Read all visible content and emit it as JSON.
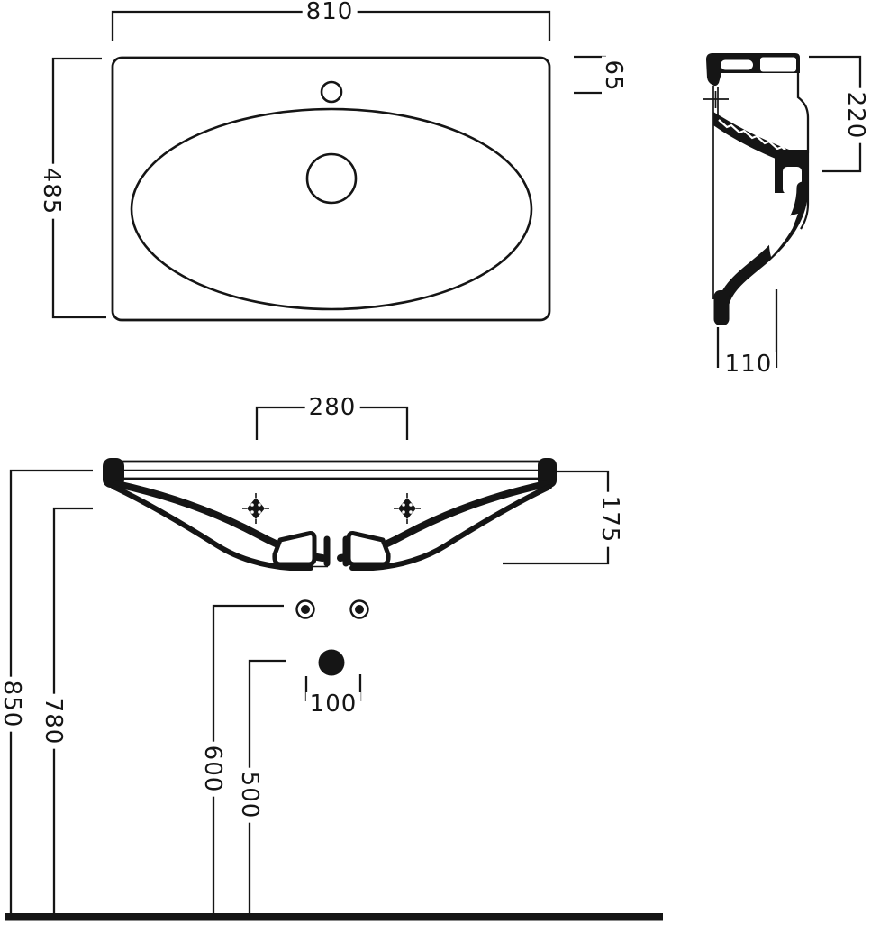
{
  "drawing": {
    "subject": "wall-hung washbasin technical drawing, three dimensioned views",
    "ink_color": "#151515",
    "background_color": "#ffffff"
  },
  "dims": {
    "plan_width": "810",
    "plan_depth": "485",
    "tap_hole_offset": "65",
    "side_height": "220",
    "side_foot_depth": "110",
    "bracket_spacing": "280",
    "bowl_depth": "175",
    "rim_height": "850",
    "underside_height": "780",
    "fixing_hole_height": "600",
    "waste_height": "500",
    "fixing_hole_spacing": "100"
  }
}
